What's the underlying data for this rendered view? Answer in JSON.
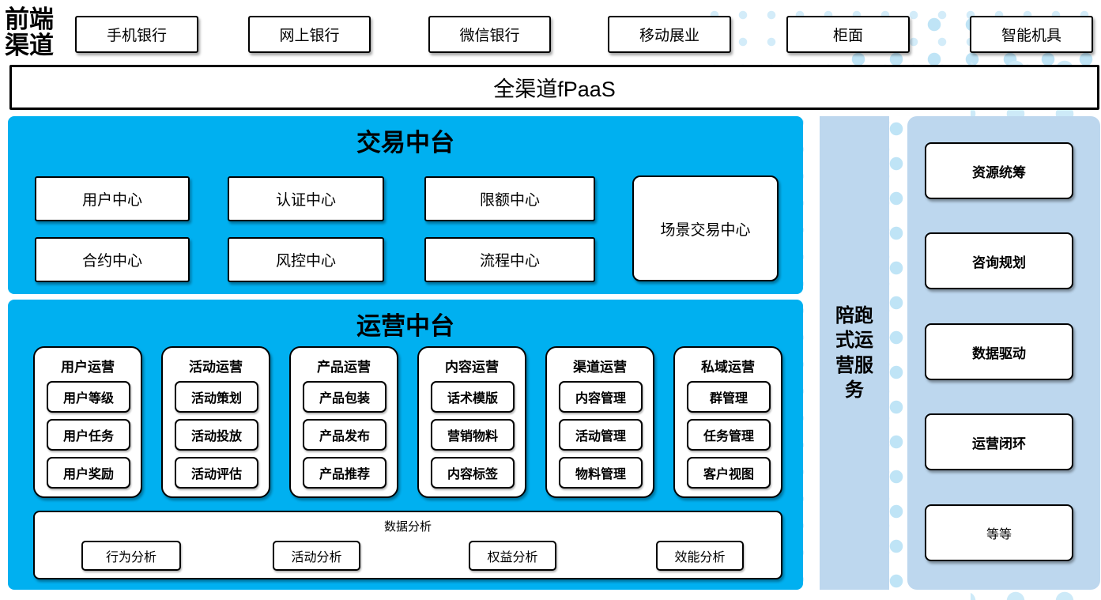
{
  "colors": {
    "accent_blue": "#00B0F0",
    "panel_light_blue": "#BDD7EE",
    "dot_blue": "#C9E8F8",
    "box_fill": "#FFFFFF",
    "box_border": "#000000"
  },
  "front_channels": {
    "label": "前端渠道",
    "items": [
      "手机银行",
      "网上银行",
      "微信银行",
      "移动展业",
      "柜面",
      "智能机具"
    ]
  },
  "fpaas_bar": {
    "label": "全渠道fPaaS"
  },
  "trade_platform": {
    "title": "交易中台",
    "centers_row1": [
      "用户中心",
      "认证中心",
      "限额中心"
    ],
    "centers_row2": [
      "合约中心",
      "风控中心",
      "流程中心"
    ],
    "scene_center": "场景交易中心"
  },
  "ops_platform": {
    "title": "运营中台",
    "groups": [
      {
        "title": "用户运营",
        "items": [
          "用户等级",
          "用户任务",
          "用户奖励"
        ]
      },
      {
        "title": "活动运营",
        "items": [
          "活动策划",
          "活动投放",
          "活动评估"
        ]
      },
      {
        "title": "产品运营",
        "items": [
          "产品包装",
          "产品发布",
          "产品推荐"
        ]
      },
      {
        "title": "内容运营",
        "items": [
          "话术模版",
          "营销物料",
          "内容标签"
        ]
      },
      {
        "title": "渠道运营",
        "items": [
          "内容管理",
          "活动管理",
          "物料管理"
        ]
      },
      {
        "title": "私域运营",
        "items": [
          "群管理",
          "任务管理",
          "客户视图"
        ]
      }
    ],
    "data_analysis": {
      "title": "数据分析",
      "items": [
        "行为分析",
        "活动分析",
        "权益分析",
        "效能分析"
      ]
    }
  },
  "accompany_bar": {
    "label": "陪跑式运营服务"
  },
  "right_panel": {
    "items": [
      {
        "label": "资源统筹",
        "bold": true
      },
      {
        "label": "咨询规划",
        "bold": true
      },
      {
        "label": "数据驱动",
        "bold": true
      },
      {
        "label": "运营闭环",
        "bold": true
      },
      {
        "label": "等等",
        "bold": false
      }
    ]
  }
}
